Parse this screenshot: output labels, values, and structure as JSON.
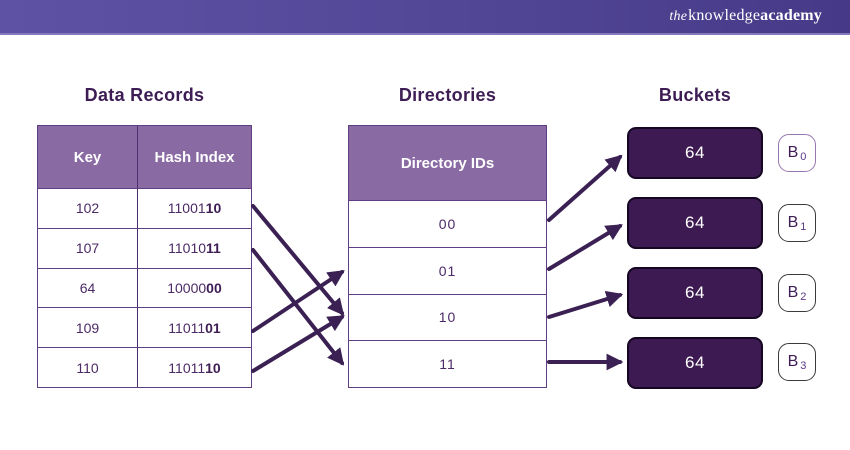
{
  "header": {
    "logo": {
      "the": "the",
      "knowledge": "knowledge",
      "academy": "academy"
    }
  },
  "diagram": {
    "data_records": {
      "title": "Data Records",
      "columns": {
        "key": "Key",
        "hash": "Hash Index"
      },
      "rows": [
        {
          "key": "102",
          "hash": "1100110",
          "hash_prefix": "11001",
          "hash_suffix": "10"
        },
        {
          "key": "107",
          "hash": "1101011",
          "hash_prefix": "11010",
          "hash_suffix": "11"
        },
        {
          "key": "64",
          "hash": "1000000",
          "hash_prefix": "10000",
          "hash_suffix": "00"
        },
        {
          "key": "109",
          "hash": "1101101",
          "hash_prefix": "11011",
          "hash_suffix": "01"
        },
        {
          "key": "110",
          "hash": "1101110",
          "hash_prefix": "11011",
          "hash_suffix": "10"
        }
      ]
    },
    "directories": {
      "title": "Directories",
      "header": "Directory IDs",
      "ids": [
        "00",
        "01",
        "10",
        "11"
      ]
    },
    "buckets": {
      "title": "Buckets",
      "items": [
        {
          "value": "64",
          "label": "B",
          "index": "0"
        },
        {
          "value": "64",
          "label": "B",
          "index": "1"
        },
        {
          "value": "64",
          "label": "B",
          "index": "2"
        },
        {
          "value": "64",
          "label": "B",
          "index": "3"
        }
      ]
    },
    "connections": {
      "record_to_directory": [
        {
          "from_key": "102",
          "to_directory": "10"
        },
        {
          "from_key": "107",
          "to_directory": "11"
        },
        {
          "from_key": "109",
          "to_directory": "01"
        },
        {
          "from_key": "110",
          "to_directory": "10"
        }
      ],
      "directory_to_bucket": [
        {
          "from_directory": "00",
          "to_bucket": "B0"
        },
        {
          "from_directory": "01",
          "to_bucket": "B1"
        },
        {
          "from_directory": "10",
          "to_bucket": "B2"
        },
        {
          "from_directory": "11",
          "to_bucket": "B3"
        }
      ]
    },
    "colors": {
      "header_gradient_left": "#5e52a4",
      "header_gradient_right": "#463a88",
      "table_header_fill": "#8a6aa3",
      "table_border": "#5f3f82",
      "title_text": "#3d1d54",
      "cell_text": "#4b2a66",
      "bucket_fill": "#3d1b52",
      "arrow": "#3b2153"
    }
  }
}
